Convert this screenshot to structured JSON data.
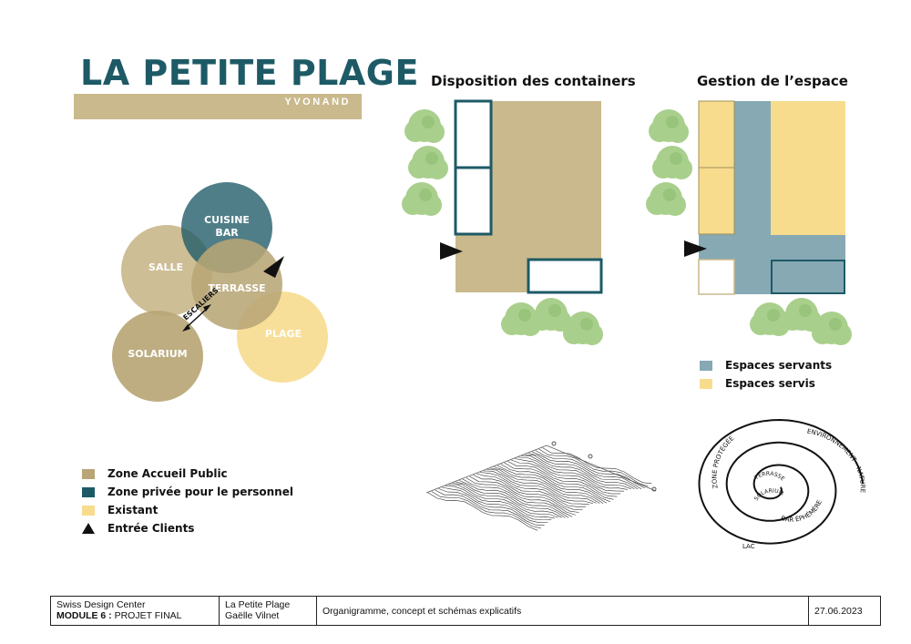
{
  "logo": {
    "title": "LA PETITE PLAGE",
    "subtitle": "YVONAND"
  },
  "colors": {
    "zone_public": "#c9b98c",
    "zone_private": "#1d5a66",
    "existing": "#f7dc8e",
    "espaces_servants": "#86a9b4",
    "espaces_servis": "#f7dc8e",
    "tree": "#a9cf8c",
    "tree_dark": "#8dbd70"
  },
  "organigram": {
    "cuisine_bar": "CUISINE\nBAR",
    "salle": "SALLE",
    "terrasse": "TERRASSE",
    "plage": "PLAGE",
    "solarium": "SOLARIUM",
    "escaliers": "ESCALIERS"
  },
  "legend": {
    "zone_public": "Zone Accueil Public",
    "zone_private": "Zone privée pour le personnel",
    "existing": "Existant",
    "entrance": "Entrée Clients"
  },
  "containers": {
    "title": "Disposition des containers"
  },
  "gestion": {
    "title": "Gestion de l’espace",
    "servants": "Espaces servants",
    "servis": "Espaces servis"
  },
  "spiral": {
    "texts": [
      "ZONE PROTÉGÉE",
      "ENVIRONNEMENT - NATURE",
      "BAR ÉPHÉMÈRE",
      "SOLARIUM",
      "TERRASSE",
      "LAC"
    ]
  },
  "footer": {
    "org": "Swiss Design Center",
    "module_label": "MODULE 6 :",
    "module_value": "PROJET FINAL",
    "project": "La Petite Plage",
    "author": "Gaëlle Vilnet",
    "description": "Organigramme, concept et schémas explicatifs",
    "date": "27.06.2023"
  }
}
